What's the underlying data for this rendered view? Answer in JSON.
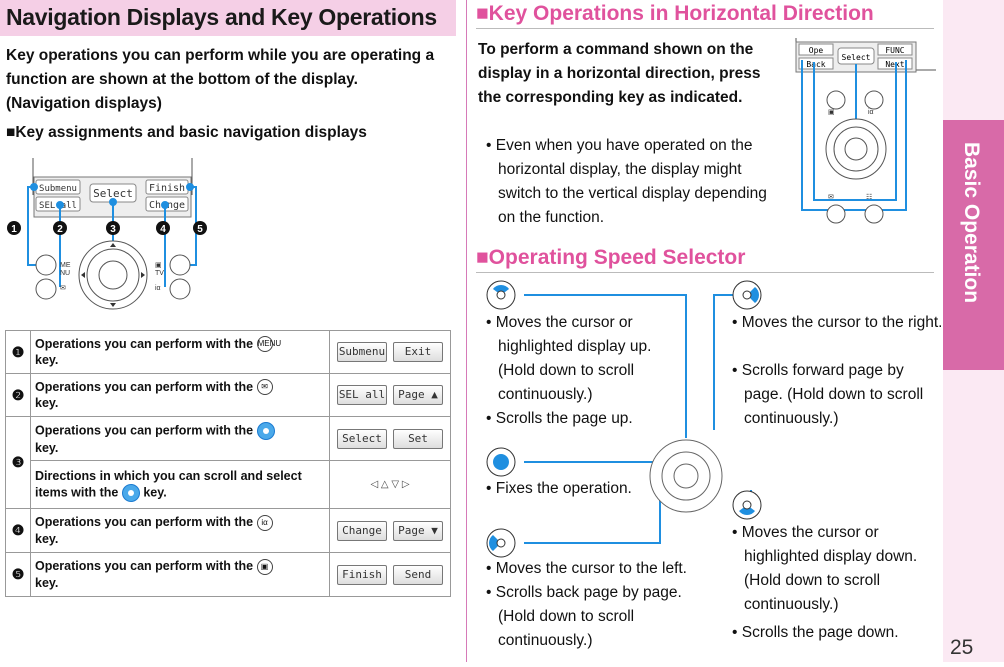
{
  "left": {
    "title": "Navigation Displays and Key Operations",
    "intro": "Key operations you can perform while you are operating a function are shown at the bottom of the display. (Navigation displays)",
    "subheading": "■Key assignments and basic navigation displays",
    "diagram": {
      "screen_labels": [
        "Submenu",
        "Select",
        "Finish",
        "SEL all",
        "Change"
      ],
      "markers": [
        "❶",
        "❷",
        "❸",
        "❹",
        "❺"
      ],
      "key_labels": [
        "MENU",
        "✉",
        "▣/TV",
        "iα"
      ]
    },
    "rows": [
      {
        "num": "❶",
        "text": "Operations you can perform with the",
        "key": "MENU",
        "suffix": "key.",
        "displays": [
          "Submenu",
          "Exit"
        ]
      },
      {
        "num": "❷",
        "text": "Operations you can perform with the",
        "key": "✉",
        "suffix": "key.",
        "displays": [
          "SEL all",
          "Page ▲"
        ]
      },
      {
        "num": "❸",
        "text": "Operations you can perform with the",
        "key": "●",
        "suffix": "key.",
        "displays": [
          "Select",
          "Set"
        ]
      },
      {
        "num": "",
        "text": "Directions in which you can scroll and select items with the",
        "key": "●",
        "suffix": "key.",
        "displays": [
          "◁  △  ▽  ▷"
        ]
      },
      {
        "num": "❹",
        "text": "Operations you can perform with the",
        "key": "iα",
        "suffix": "key.",
        "displays": [
          "Change",
          "Page ▼"
        ]
      },
      {
        "num": "❺",
        "text": "Operations you can perform with the",
        "key": "▣",
        "suffix": "key.",
        "displays": [
          "Finish",
          "Send"
        ]
      }
    ]
  },
  "right": {
    "section1": {
      "heading": "■Key Operations in Horizontal Direction",
      "lead": "To perform a command shown on the display in a horizontal direction, press the corresponding key as indicated.",
      "bullet": "Even when you have operated on the horizontal display, the display might switch to the vertical display depending on the function.",
      "screen_labels": [
        "Ope",
        "Select",
        "FUNC",
        "Back",
        "Next"
      ]
    },
    "section2": {
      "heading": "■Operating Speed Selector",
      "up": [
        "Moves the cursor or highlighted display up. (Hold down to scroll continuously.)",
        "Scrolls the page up."
      ],
      "right": [
        "Moves the cursor to the right.",
        "Scrolls forward page by page. (Hold down to scroll continuously.)"
      ],
      "center": [
        "Fixes the operation."
      ],
      "left": [
        "Moves the cursor to the left.",
        "Scrolls back page by page. (Hold down to scroll continuously.)"
      ],
      "down": [
        "Moves the cursor or highlighted display down. (Hold down to scroll continuously.)",
        "Scrolls the page down."
      ]
    }
  },
  "side_tab": "Basic Operation",
  "page_number": "25",
  "colors": {
    "accent": "#e0529d",
    "title_bg": "#f5cfe6",
    "tab": "#d86aa8",
    "blue": "#1f8fe0"
  }
}
